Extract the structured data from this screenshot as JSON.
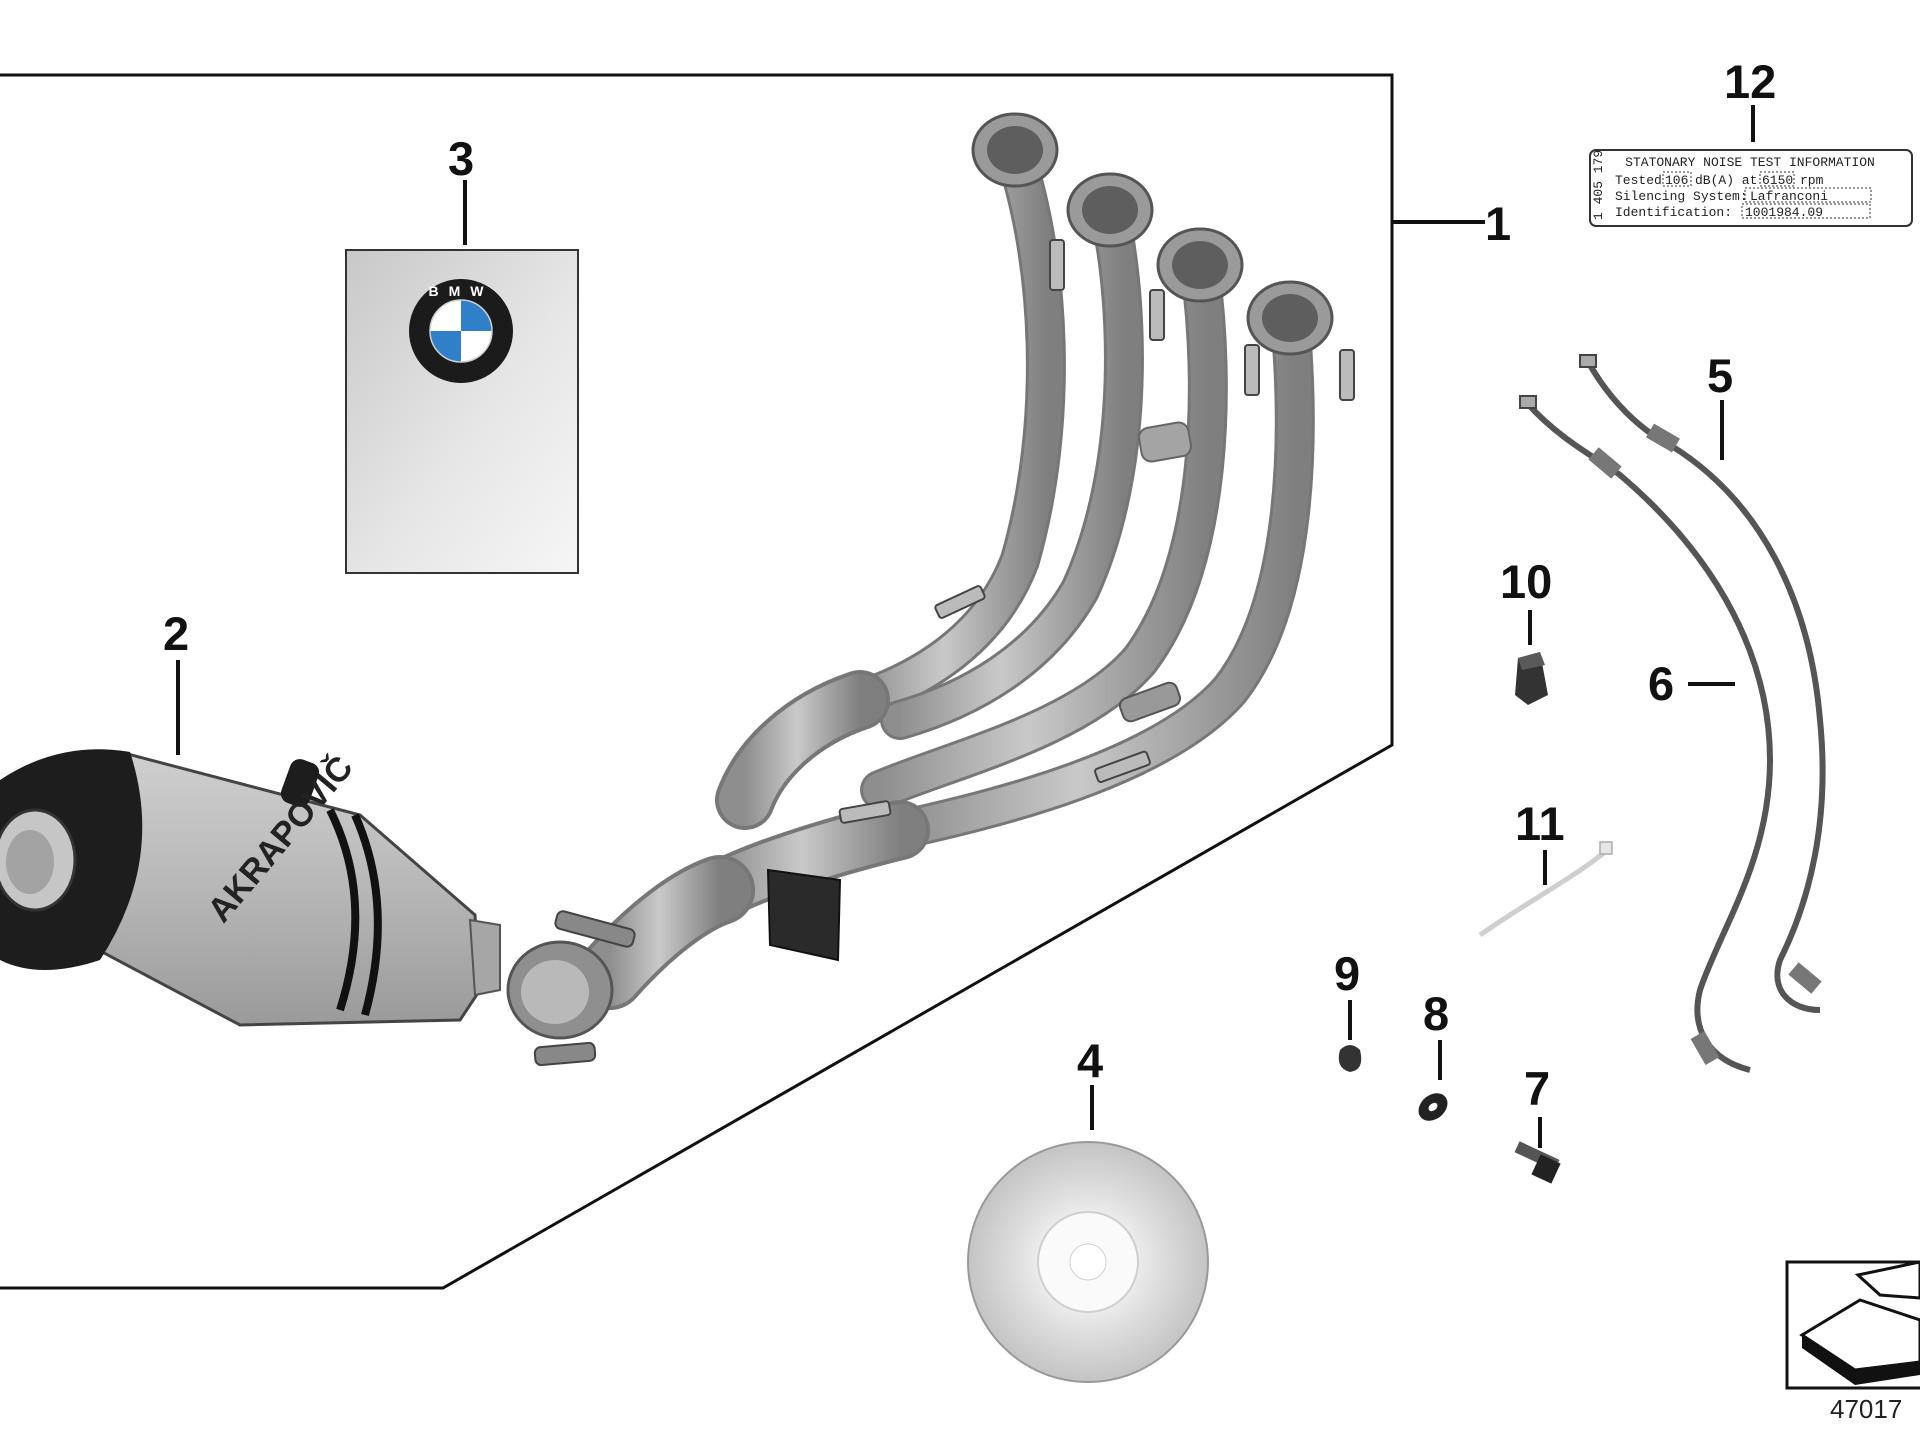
{
  "callouts": [
    {
      "id": "1",
      "label": "1"
    },
    {
      "id": "2",
      "label": "2"
    },
    {
      "id": "3",
      "label": "3"
    },
    {
      "id": "4",
      "label": "4"
    },
    {
      "id": "5",
      "label": "5"
    },
    {
      "id": "6",
      "label": "6"
    },
    {
      "id": "7",
      "label": "7"
    },
    {
      "id": "8",
      "label": "8"
    },
    {
      "id": "9",
      "label": "9"
    },
    {
      "id": "10",
      "label": "10"
    },
    {
      "id": "11",
      "label": "11"
    },
    {
      "id": "12",
      "label": "12"
    }
  ],
  "brochure": {
    "logo_text": "BMW"
  },
  "silencer": {
    "brand": "AKRAPOVIČ"
  },
  "noise_label": {
    "title": "STATONARY NOISE TEST INFORMATION",
    "side_text": "1 405 179",
    "line1_key": "Tested",
    "line1_val": "106",
    "line1_mid": "dB(A) at",
    "line1_rpm": "6150",
    "line1_unit": "rpm",
    "line2_key": "Silencing System:",
    "line2_val": "Lafranconi",
    "line3_key": "Identification:",
    "line3_val": "1001984.09"
  },
  "drawing_id": "47017",
  "colors": {
    "line": "#111111",
    "metal": "#a9a9a9",
    "bmw_blue": "#2f80c8"
  },
  "icons": [
    "bmw-logo-icon",
    "navigation-arrow-icon"
  ]
}
